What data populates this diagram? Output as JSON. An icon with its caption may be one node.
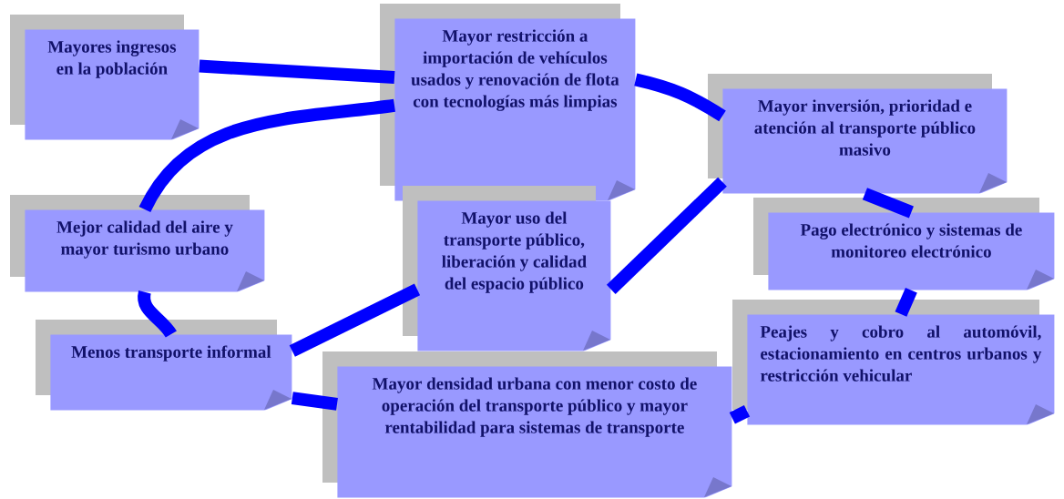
{
  "diagram": {
    "nodes": [
      {
        "text": [
          "Mayores ingresos en la población"
        ]
      },
      {
        "text": [
          "Mayor restricción a importación de vehículos usados y renovación de flota con tecnologías más limpias"
        ]
      },
      {
        "text": [
          "Mayor inversión, prioridad e atención al transporte público masivo"
        ]
      },
      {
        "text": [
          "Mejor calidad del aire y mayor turismo urbano"
        ]
      },
      {
        "text": [
          "Mayor uso del transporte público, liberación y calidad del espacio público"
        ]
      },
      {
        "text": [
          "Menos transporte informal"
        ]
      },
      {
        "text": [
          "Pago electrónico y sistemas de monitoreo electrónico"
        ]
      },
      {
        "text": [
          "Mayor densidad urbana con menor costo de operación del transporte público y mayor rentabilidad para sistemas de transporte"
        ]
      },
      {
        "text": [
          "Peajes y cobro al automóvil, estacionamiento en centros urbanos y restricción vehicular"
        ]
      }
    ],
    "edges": [
      {
        "from": 0,
        "to": 1,
        "arrow": "none"
      },
      {
        "from": 1,
        "to": 3,
        "arrow": "none"
      },
      {
        "from": 3,
        "to": 5,
        "arrow": "none"
      },
      {
        "from": 5,
        "to": 7,
        "arrow": "none"
      },
      {
        "from": 7,
        "to": 8,
        "arrow": "none"
      },
      {
        "from": 8,
        "to": 6,
        "arrow": "none"
      },
      {
        "from": 6,
        "to": 2,
        "arrow": "none"
      },
      {
        "from": 1,
        "to": 2,
        "arrow": "none"
      },
      {
        "from": 5,
        "to": 4,
        "arrow": "none"
      },
      {
        "from": 4,
        "to": 2,
        "arrow": "none"
      }
    ]
  }
}
